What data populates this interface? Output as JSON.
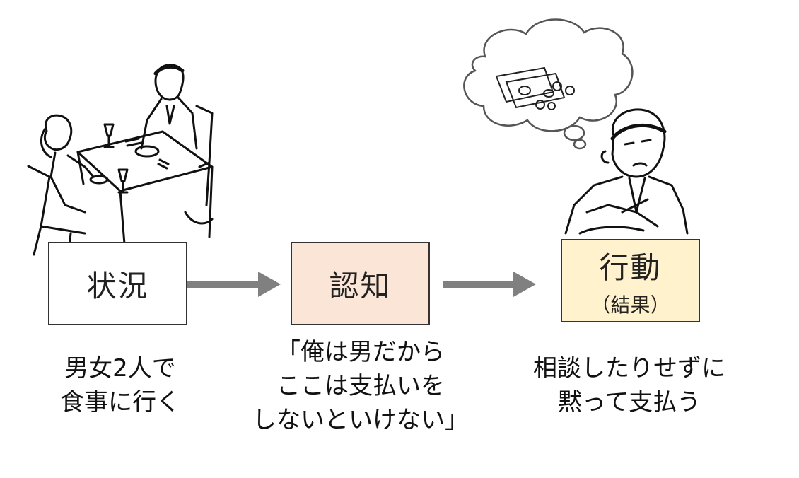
{
  "boxes": {
    "situation": {
      "title": "状況"
    },
    "cognition": {
      "title": "認知"
    },
    "action": {
      "title": "行動",
      "sub": "（結果）"
    }
  },
  "descriptions": {
    "situation": "男女2人で\n食事に行く",
    "cognition": "「俺は男だから\nここは支払いを\nしないといけない」",
    "action": "相談したりせずに\n黙って支払う"
  },
  "illustrations": {
    "left": "couple-dining-illustration",
    "right": "worried-man-paying-illustration"
  },
  "colors": {
    "cognition_fill": "#fbe5d6",
    "action_fill": "#fff2cc",
    "arrow": "#808080",
    "border": "#333333"
  }
}
